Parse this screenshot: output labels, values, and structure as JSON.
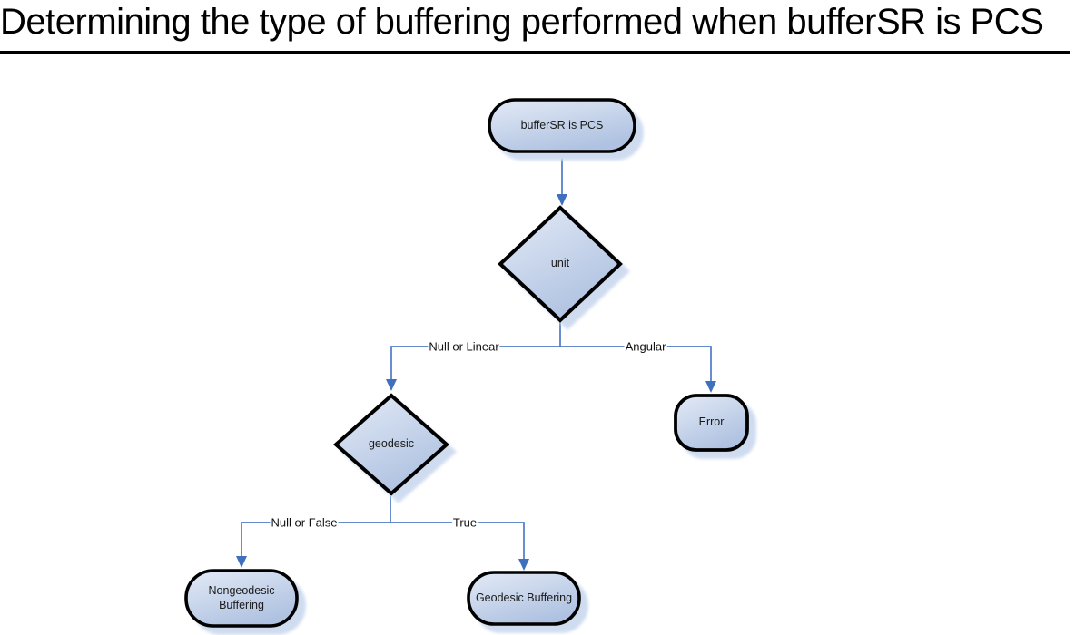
{
  "title": "Determining the type of buffering performed when bufferSR is PCS",
  "flowchart": {
    "nodes": {
      "start": {
        "label": "bufferSR is PCS",
        "type": "terminator"
      },
      "unit": {
        "label": "unit",
        "type": "decision"
      },
      "geodesic": {
        "label": "geodesic",
        "type": "decision"
      },
      "error": {
        "label": "Error",
        "type": "terminator"
      },
      "nongeodesic_buffering": {
        "label": "Nongeodesic Buffering",
        "type": "terminator"
      },
      "geodesic_buffering": {
        "label": "Geodesic Buffering",
        "type": "terminator"
      }
    },
    "edges": {
      "start_to_unit": {
        "label": ""
      },
      "unit_left": {
        "label": "Null or Linear",
        "from": "unit",
        "to": "geodesic"
      },
      "unit_right": {
        "label": "Angular",
        "from": "unit",
        "to": "error"
      },
      "geodesic_left": {
        "label": "Null or False",
        "from": "geodesic",
        "to": "nongeodesic_buffering"
      },
      "geodesic_right": {
        "label": "True",
        "from": "geodesic",
        "to": "geodesic_buffering"
      }
    },
    "colors": {
      "connector_line": "#4d7ac6",
      "arrowhead": "#3f70be",
      "node_border": "#000000",
      "node_fill_light": "#e3eaf6",
      "node_fill_dark": "#afc2e1",
      "node_shadow": "#cfdcf0",
      "title_text": "#000000"
    }
  }
}
